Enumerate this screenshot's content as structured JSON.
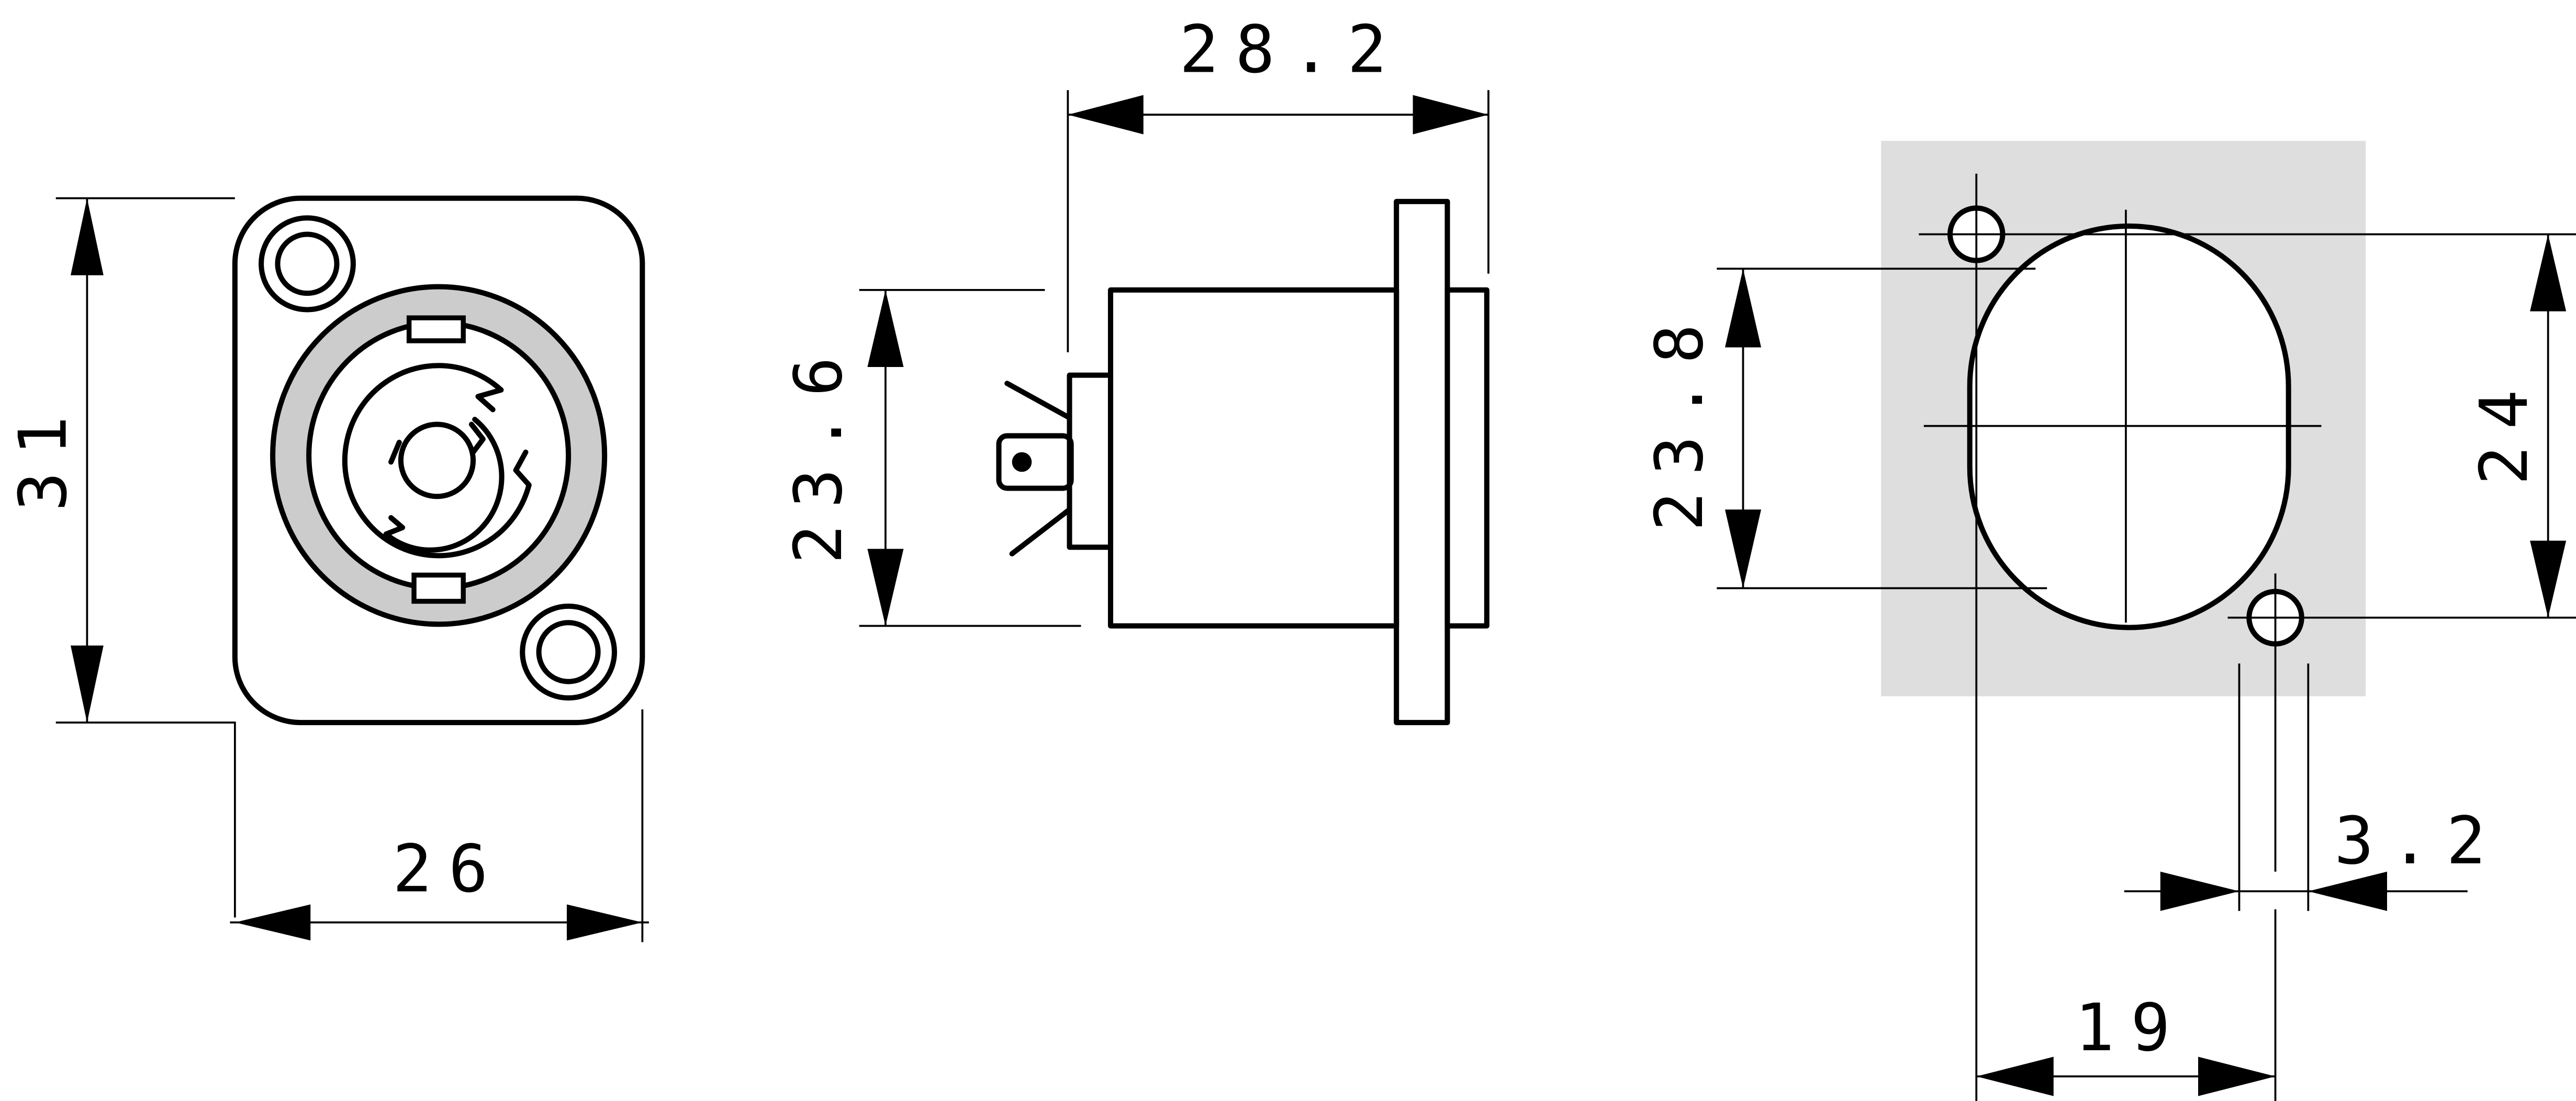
{
  "dimensions": {
    "front_height": "31",
    "front_width": "26",
    "side_depth": "28.2",
    "side_height": "23.6",
    "cutout_diameter": "23.8",
    "hole_vertical_spacing": "24",
    "hole_horizontal_spacing": "19",
    "hole_diameter": "3.2"
  },
  "colors": {
    "panel_fill": "#e3e3e3",
    "ring_fill": "#cccccc",
    "body_fill": "#c8c8c8",
    "flange_fill": "#e3e3e3",
    "cutout_panel_fill": "#dedede",
    "line": "#000000"
  }
}
